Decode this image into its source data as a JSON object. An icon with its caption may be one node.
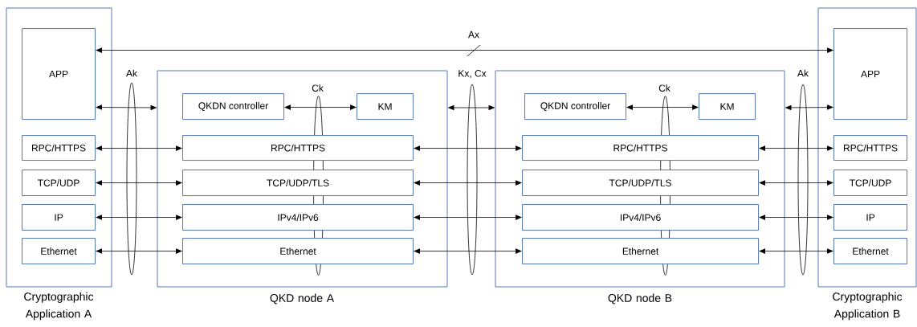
{
  "diagram": {
    "nodes": [
      {
        "text": [
          "Cryptographic Application A"
        ]
      },
      {
        "text": [
          "APP"
        ],
        "in": 0
      },
      {
        "text": [
          "RPC/HTTPS"
        ],
        "in": 0
      },
      {
        "text": [
          "TCP/UDP"
        ],
        "in": 0
      },
      {
        "text": [
          "IP"
        ],
        "in": 0
      },
      {
        "text": [
          "Ethernet"
        ],
        "in": 0
      },
      {
        "text": [
          "QKD node A"
        ]
      },
      {
        "text": [
          "QKDN controller"
        ],
        "in": 6
      },
      {
        "text": [
          "KM"
        ],
        "in": 6
      },
      {
        "text": [
          "RPC/HTTPS"
        ],
        "in": 6
      },
      {
        "text": [
          "TCP/UDP/TLS"
        ],
        "in": 6
      },
      {
        "text": [
          "IPv4/IPv6"
        ],
        "in": 6
      },
      {
        "text": [
          "Ethernet"
        ],
        "in": 6
      },
      {
        "text": [
          "QKD node B"
        ]
      },
      {
        "text": [
          "QKDN controller"
        ],
        "in": 13
      },
      {
        "text": [
          "KM"
        ],
        "in": 13
      },
      {
        "text": [
          "RPC/HTTPS"
        ],
        "in": 13
      },
      {
        "text": [
          "TCP/UDP/TLS"
        ],
        "in": 13
      },
      {
        "text": [
          "IPv4/IPv6"
        ],
        "in": 13
      },
      {
        "text": [
          "Ethernet"
        ],
        "in": 13
      },
      {
        "text": [
          "Cryptographic Application B"
        ]
      },
      {
        "text": [
          "APP"
        ],
        "in": 20
      },
      {
        "text": [
          "RPC/HTTPS"
        ],
        "in": 20
      },
      {
        "text": [
          "TCP/UDP"
        ],
        "in": 20
      },
      {
        "text": [
          "IP"
        ],
        "in": 20
      },
      {
        "text": [
          "Ethernet"
        ],
        "in": 20
      },
      {
        "text": [
          "Ak"
        ]
      },
      {
        "text": [
          "Ck"
        ],
        "in": 6
      },
      {
        "text": [
          "Kx, Cx"
        ]
      },
      {
        "text": [
          "Ck"
        ],
        "in": 13
      },
      {
        "text": [
          "Ak"
        ]
      }
    ],
    "edges": [
      {
        "from": 1,
        "to": 21,
        "arrow": "both",
        "label": "Ax"
      },
      {
        "from": 1,
        "to": 6,
        "arrow": "both"
      },
      {
        "from": 7,
        "to": 8,
        "arrow": "both"
      },
      {
        "from": 2,
        "to": 9,
        "arrow": "both"
      },
      {
        "from": 3,
        "to": 10,
        "arrow": "both"
      },
      {
        "from": 4,
        "to": 11,
        "arrow": "both"
      },
      {
        "from": 5,
        "to": 12,
        "arrow": "both"
      },
      {
        "from": 6,
        "to": 13,
        "arrow": "both"
      },
      {
        "from": 9,
        "to": 16,
        "arrow": "both"
      },
      {
        "from": 10,
        "to": 17,
        "arrow": "both"
      },
      {
        "from": 11,
        "to": 18,
        "arrow": "both"
      },
      {
        "from": 12,
        "to": 19,
        "arrow": "both"
      },
      {
        "from": 14,
        "to": 15,
        "arrow": "both"
      },
      {
        "from": 13,
        "to": 21,
        "arrow": "both"
      },
      {
        "from": 16,
        "to": 22,
        "arrow": "both"
      },
      {
        "from": 17,
        "to": 23,
        "arrow": "both"
      },
      {
        "from": 18,
        "to": 24,
        "arrow": "both"
      },
      {
        "from": 19,
        "to": 25,
        "arrow": "both"
      }
    ]
  }
}
